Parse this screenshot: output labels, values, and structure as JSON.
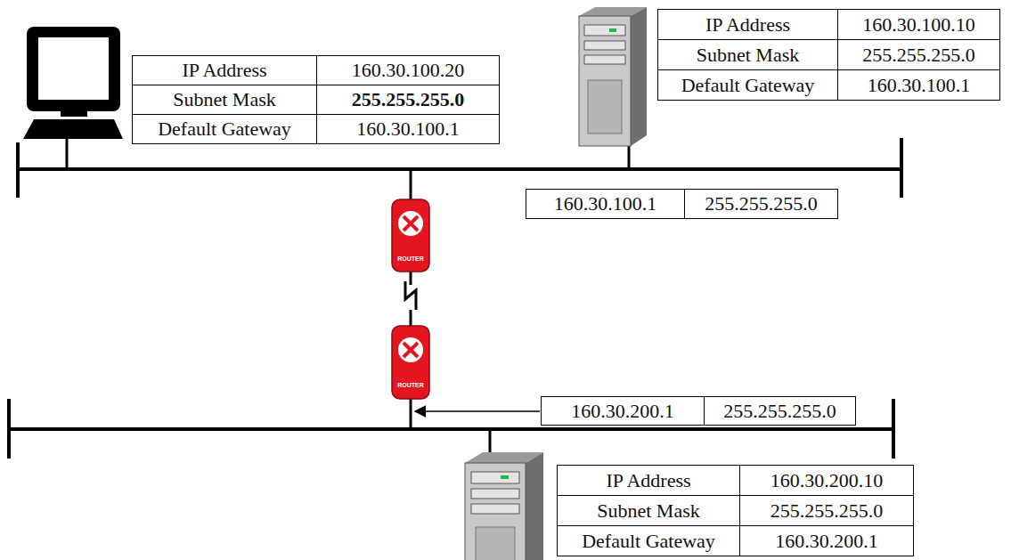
{
  "diagram": {
    "nodes": [
      {
        "text": [
          "IP Address",
          "160.30.100.20",
          "Subnet Mask",
          "255.255.255.0",
          "Default Gateway",
          "160.30.100.1"
        ]
      },
      {
        "text": [
          "IP Address",
          "160.30.100.10",
          "Subnet Mask",
          "255.255.255.0",
          "Default Gateway",
          "160.30.100.1"
        ]
      },
      {
        "text": [
          "160.30.100.1",
          "255.255.255.0"
        ]
      },
      {
        "text": [
          "160.30.200.1",
          "255.255.255.0"
        ]
      },
      {
        "text": [
          "IP Address",
          "160.30.200.10",
          "Subnet Mask",
          "255.255.255.0",
          "Default Gateway",
          "160.30.200.1"
        ]
      }
    ],
    "labels": [
      "ROUTER",
      "ROUTER"
    ]
  }
}
